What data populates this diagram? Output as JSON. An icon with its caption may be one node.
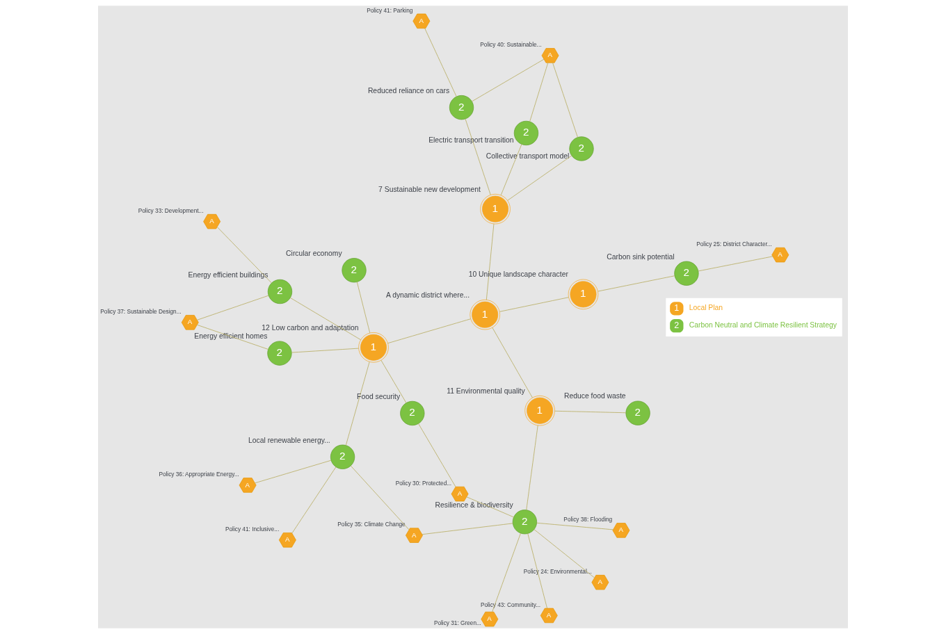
{
  "diagram": {
    "nodes": [
      {
        "text": [
          "1"
        ],
        "beside": [
          "12 Low carbon and adaptation"
        ]
      },
      {
        "text": [
          "1"
        ],
        "beside": [
          "A dynamic district where..."
        ]
      },
      {
        "text": [
          "1"
        ],
        "beside": [
          "11 Environmental quality"
        ]
      },
      {
        "text": [
          "1"
        ],
        "beside": [
          "7 Sustainable new development"
        ]
      },
      {
        "text": [
          "1"
        ],
        "beside": [
          "10 Unique landscape character"
        ]
      },
      {
        "text": [
          "2"
        ],
        "beside": [
          "Circular economy"
        ]
      },
      {
        "text": [
          "2"
        ],
        "beside": [
          "Energy efficient homes"
        ]
      },
      {
        "text": [
          "2"
        ],
        "beside": [
          "Energy efficient buildings"
        ]
      },
      {
        "text": [
          "2"
        ],
        "beside": [
          "Local renewable energy..."
        ]
      },
      {
        "text": [
          "2"
        ],
        "beside": [
          "Food security"
        ]
      },
      {
        "text": [
          "2"
        ],
        "beside": [
          "Resilience & biodiversity"
        ]
      },
      {
        "text": [
          "2"
        ],
        "beside": [
          "Reduce food waste"
        ]
      },
      {
        "text": [
          "2"
        ],
        "beside": [
          "Collective transport model"
        ]
      },
      {
        "text": [
          "2"
        ],
        "beside": [
          "Electric transport transition"
        ]
      },
      {
        "text": [
          "2"
        ],
        "beside": [
          "Reduced reliance on cars"
        ]
      },
      {
        "text": [
          "2"
        ],
        "beside": [
          "Carbon sink potential"
        ]
      },
      {
        "text": [
          "A"
        ],
        "beside": [
          "Policy 41: Inclusive..."
        ]
      },
      {
        "text": [
          "A"
        ],
        "beside": [
          "Policy 36: Appropriate Energy..."
        ]
      },
      {
        "text": [
          "A"
        ],
        "beside": [
          "Policy 37: Sustainable Design..."
        ]
      },
      {
        "text": [
          "A"
        ],
        "beside": [
          "Policy 33: Development..."
        ]
      },
      {
        "text": [
          "A"
        ],
        "beside": [
          "Policy 35: Climate Change"
        ]
      },
      {
        "text": [
          "A"
        ],
        "beside": [
          "Policy 30: Protected..."
        ]
      },
      {
        "text": [
          "A"
        ],
        "beside": [
          "Policy 24: Environmental..."
        ]
      },
      {
        "text": [
          "A"
        ],
        "beside": [
          "Policy 43: Community..."
        ]
      },
      {
        "text": [
          "A"
        ],
        "beside": [
          "Policy 38: Flooding"
        ]
      },
      {
        "text": [
          "A"
        ],
        "beside": [
          "Policy 31: Green..."
        ]
      },
      {
        "text": [
          "A"
        ],
        "beside": [
          "Policy 40: Sustainable..."
        ]
      },
      {
        "text": [
          "A"
        ],
        "beside": [
          "Policy 41: Parking"
        ]
      },
      {
        "text": [
          "A"
        ],
        "beside": [
          "Policy 25: District Character..."
        ]
      }
    ],
    "edges": [
      {
        "from": 0,
        "to": 5,
        "arrow": "none"
      },
      {
        "from": 0,
        "to": 6,
        "arrow": "none"
      },
      {
        "from": 0,
        "to": 7,
        "arrow": "none"
      },
      {
        "from": 0,
        "to": 8,
        "arrow": "none"
      },
      {
        "from": 0,
        "to": 9,
        "arrow": "none"
      },
      {
        "from": 0,
        "to": 1,
        "arrow": "none"
      },
      {
        "from": 1,
        "to": 2,
        "arrow": "none"
      },
      {
        "from": 1,
        "to": 3,
        "arrow": "none"
      },
      {
        "from": 1,
        "to": 4,
        "arrow": "none"
      },
      {
        "from": 2,
        "to": 10,
        "arrow": "none"
      },
      {
        "from": 2,
        "to": 11,
        "arrow": "none"
      },
      {
        "from": 3,
        "to": 12,
        "arrow": "none"
      },
      {
        "from": 3,
        "to": 13,
        "arrow": "none"
      },
      {
        "from": 3,
        "to": 14,
        "arrow": "none"
      },
      {
        "from": 4,
        "to": 15,
        "arrow": "none"
      },
      {
        "from": 8,
        "to": 16,
        "arrow": "none"
      },
      {
        "from": 8,
        "to": 17,
        "arrow": "none"
      },
      {
        "from": 8,
        "to": 20,
        "arrow": "none"
      },
      {
        "from": 6,
        "to": 18,
        "arrow": "none"
      },
      {
        "from": 7,
        "to": 18,
        "arrow": "none"
      },
      {
        "from": 7,
        "to": 19,
        "arrow": "none"
      },
      {
        "from": 20,
        "to": 10,
        "arrow": "none"
      },
      {
        "from": 9,
        "to": 21,
        "arrow": "none"
      },
      {
        "from": 21,
        "to": 10,
        "arrow": "none"
      },
      {
        "from": 10,
        "to": 22,
        "arrow": "none"
      },
      {
        "from": 10,
        "to": 23,
        "arrow": "none"
      },
      {
        "from": 10,
        "to": 24,
        "arrow": "none"
      },
      {
        "from": 10,
        "to": 25,
        "arrow": "none"
      },
      {
        "from": 12,
        "to": 26,
        "arrow": "none"
      },
      {
        "from": 13,
        "to": 26,
        "arrow": "none"
      },
      {
        "from": 14,
        "to": 26,
        "arrow": "none"
      },
      {
        "from": 14,
        "to": 27,
        "arrow": "none"
      },
      {
        "from": 15,
        "to": 28,
        "arrow": "none"
      }
    ],
    "labels": [
      "1",
      "2"
    ],
    "legend": [
      {
        "text": "Local Plan",
        "color": "#f5a623"
      },
      {
        "text": "Carbon Neutral and Climate Resilient Strategy",
        "color": "#7cc242"
      }
    ]
  }
}
